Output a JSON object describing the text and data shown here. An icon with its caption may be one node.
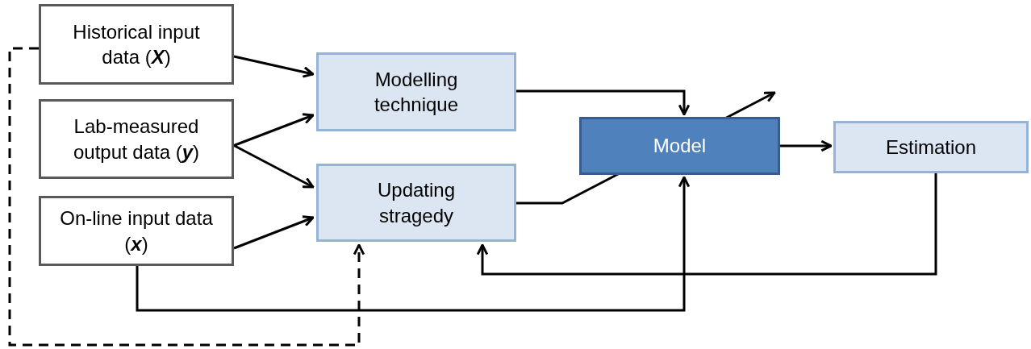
{
  "diagram": {
    "nodes": [
      {
        "text": [
          "Historical input data (**X**)"
        ]
      },
      {
        "text": [
          "Lab-measured output data (**y**)"
        ]
      },
      {
        "text": [
          "On-line input data (**x**)"
        ]
      },
      {
        "text": [
          "Modelling technique"
        ]
      },
      {
        "text": [
          "Updating stragedy"
        ]
      },
      {
        "text": [
          "Model"
        ]
      },
      {
        "text": [
          "Estimation"
        ]
      }
    ],
    "edges": [
      {
        "from": 0,
        "to": 3,
        "arrow": "to"
      },
      {
        "from": 1,
        "to": 3,
        "arrow": "to"
      },
      {
        "from": 1,
        "to": 4,
        "arrow": "to"
      },
      {
        "from": 2,
        "to": 4,
        "arrow": "to"
      },
      {
        "from": 3,
        "to": 5,
        "arrow": "to"
      },
      {
        "from": 4,
        "to": 5,
        "arrow": "to"
      },
      {
        "from": 5,
        "to": 6,
        "arrow": "to"
      },
      {
        "from": 6,
        "to": 4,
        "arrow": "to"
      },
      {
        "from": 2,
        "to": 5,
        "arrow": "to"
      },
      {
        "from": 0,
        "to": 4,
        "arrow": "to",
        "style": "dashed"
      }
    ]
  }
}
